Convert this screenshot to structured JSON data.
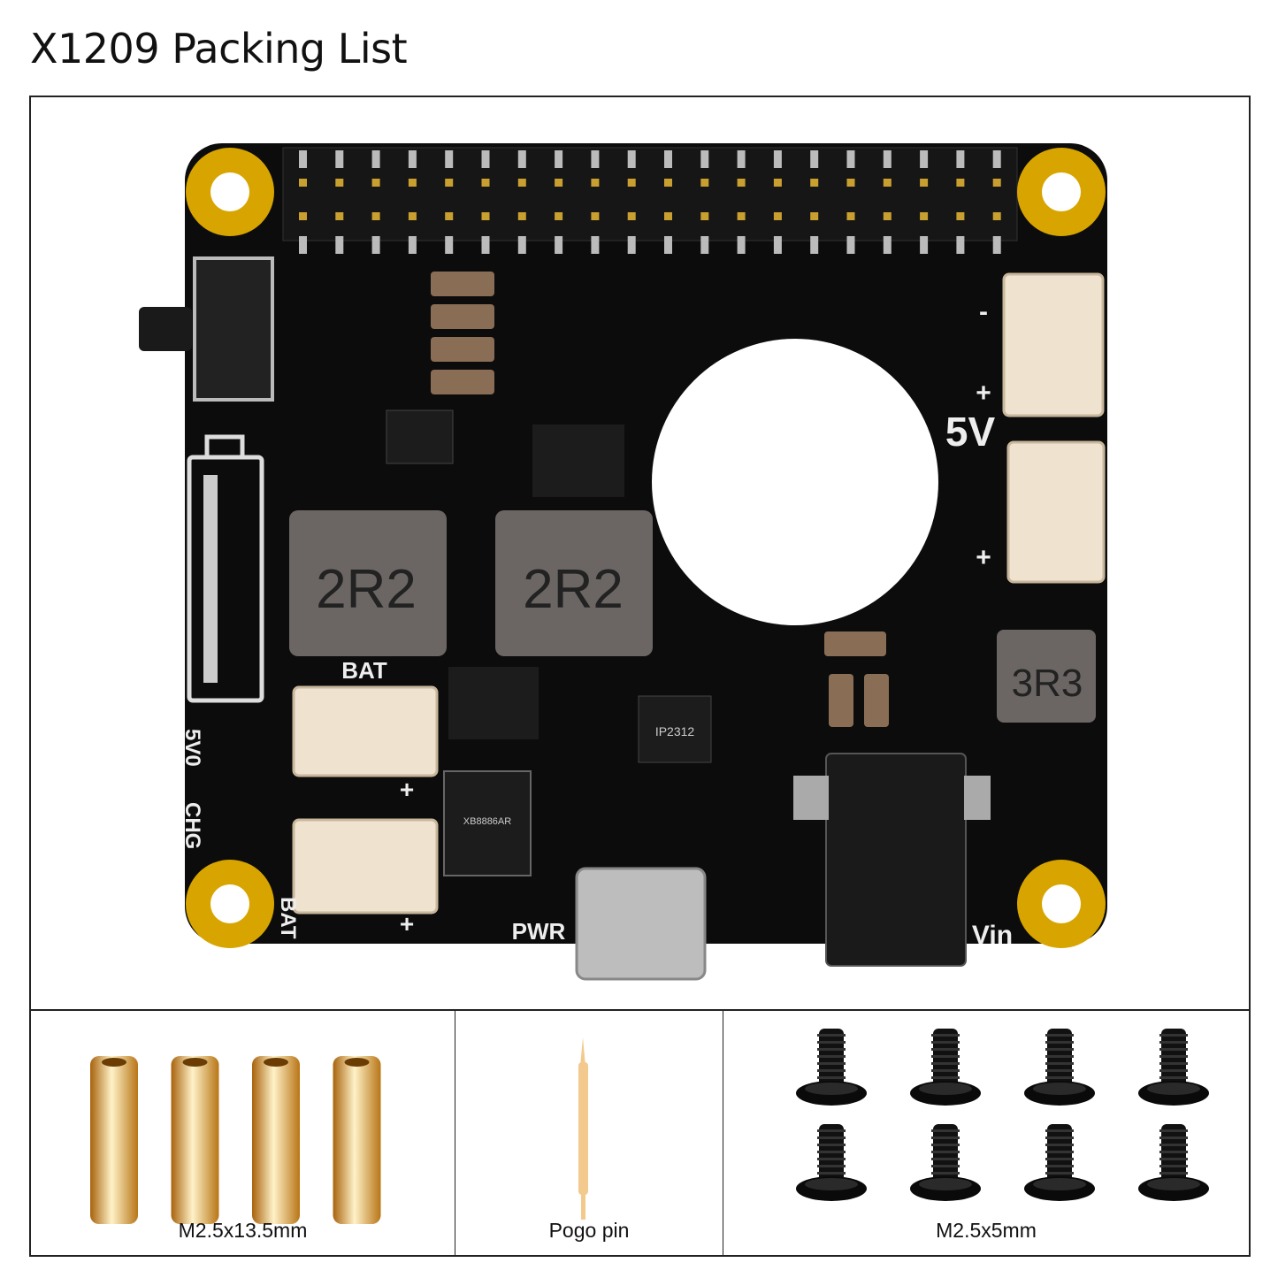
{
  "title": "X1209 Packing List",
  "board": {
    "labels": {
      "inductor_1": "2R2",
      "inductor_2": "2R2",
      "inductor_3": "3R3",
      "bat_top": "BAT",
      "bat_side": "BAT",
      "pwr": "PWR",
      "five_v": "5V",
      "vin": "Vin",
      "led_5v0": "5V0",
      "led_chg": "CHG",
      "chip_ip": "IP2312",
      "chip_xb": "XB8886AR",
      "minus": "-",
      "plus": "+"
    },
    "colors": {
      "pcb": "#0c0c0c",
      "silk": "#e8e8e8",
      "gold": "#d8a400",
      "connector": "#efe3cf"
    }
  },
  "items": [
    {
      "label": "M2.5x13.5mm",
      "count": 4,
      "icon": "brass-standoff"
    },
    {
      "label": "Pogo pin",
      "count": 1,
      "icon": "pogo-pin"
    },
    {
      "label": "M2.5x5mm",
      "count": 8,
      "icon": "black-screw"
    }
  ]
}
